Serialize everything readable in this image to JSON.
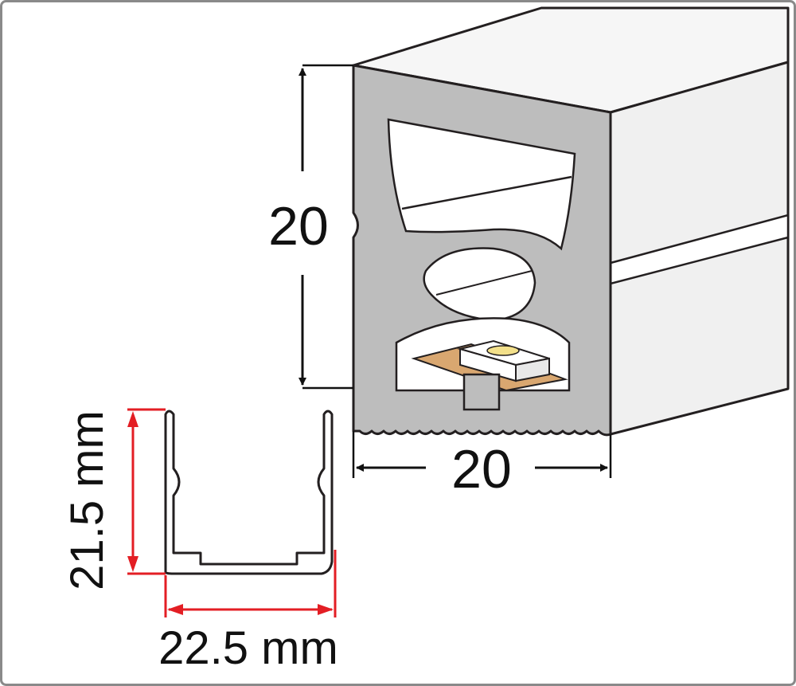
{
  "colors": {
    "profile_face": "#bdbdbd",
    "profile_body": "#f0f0f0",
    "profile_top": "#f6f6f6",
    "outline": "#231f20",
    "dimension_main": "#111111",
    "dimension_accent": "#e31e24",
    "pcb": "#d9a770",
    "led_chip": "#ffffff",
    "led_emitter": "#f3e08a",
    "frame_border": "#8a8a8a"
  },
  "labels": {
    "profile_height": "20",
    "profile_width": "20",
    "channel_height": "21.5 mm",
    "channel_width": "22.5 mm"
  }
}
